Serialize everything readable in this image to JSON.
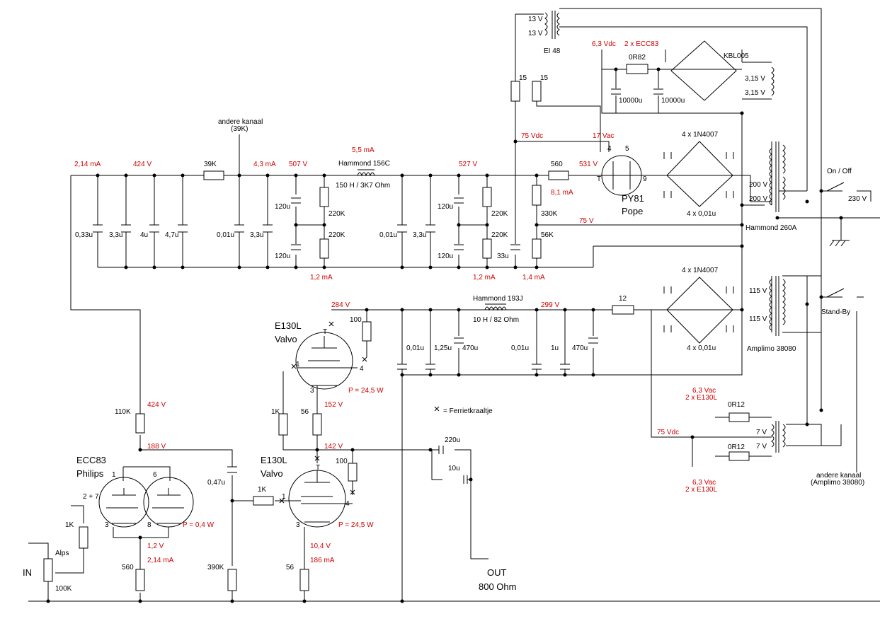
{
  "labels": {
    "t1": "13 V",
    "t2": "13 V",
    "t3": "EI 48",
    "t4": "6,3 Vdc",
    "t5": "2 x ECC83",
    "t6": "0R82",
    "t7": "KBL005",
    "t8": "3,15 V",
    "t9": "3,15 V",
    "t10": "10000u",
    "t11": "10000u",
    "t12": "15",
    "t13": "15",
    "t14": "75 Vdc",
    "t15": "17 Vac",
    "t16": "andere kanaal",
    "t17": "(39K)",
    "t18": "2,14 mA",
    "t19": "424 V",
    "t20": "39K",
    "t21": "4,3 mA",
    "t22": "507 V",
    "t23": "5,5 mA",
    "t24": "Hammond 156C",
    "t25": "150 H / 3K7 Ohm",
    "t26": "527 V",
    "t27": "560",
    "t28": "531 V",
    "t29": "4",
    "t30": "5",
    "t31": "T",
    "t32": "9",
    "t33": "PY81",
    "t34": "Pope",
    "t35": "8,1 mA",
    "t36": "330K",
    "t37": "56K",
    "t38": "75 V",
    "t39": "4 x 1N4007",
    "t40": "4 x 0,01u",
    "t41": "200 V",
    "t42": "200 V",
    "t43": "On / Off",
    "t44": "230 V",
    "t45": "Hammond 260A",
    "t46": "0,33u",
    "t47": "3,3u",
    "t48": "4u",
    "t49": "4,7u",
    "t50": "0,01u",
    "t51": "3,3u",
    "t52": "120u",
    "t53": "120u",
    "t54": "220K",
    "t55": "220K",
    "t56": "0,01u",
    "t57": "3,3u",
    "t58": "120u",
    "t59": "120u",
    "t60": "220K",
    "t61": "220K",
    "t62": "33u",
    "t63": "1,2 mA",
    "t64": "1,2 mA",
    "t65": "1,4 mA",
    "t66": "4 x 1N4007",
    "t67": "4 x 0,01u",
    "t68": "115 V",
    "t69": "115 V",
    "t70": "Stand-By",
    "t71": "Amplimo 38080",
    "t72": "284 V",
    "t73": "100",
    "t74": "E130L",
    "t75": "Valvo",
    "t76": "T",
    "t77": "Hammond 193J",
    "t78": "10 H / 82 Ohm",
    "t79": "299 V",
    "t80": "12",
    "t81": "0,01u",
    "t82": "1,25u",
    "t83": "470u",
    "t84": "0,01u",
    "t85": "1u",
    "t86": "470u",
    "t87": "1",
    "t88": "4",
    "t89": "3",
    "t90": "P = 24,5 W",
    "t91": "152 V",
    "t92": "1K",
    "t93": "56",
    "t94": "= Ferrietkraaltje",
    "t95": "110K",
    "t96": "424 V",
    "t97": "188 V",
    "t98": "142 V",
    "t99": "220u",
    "t100": "10u",
    "t101": "ECC83",
    "t102": "Philips",
    "t103": "1",
    "t104": "6",
    "t105": "2 + 7",
    "t106": "3",
    "t107": "8",
    "t108": "P = 0,4 W",
    "t109": "0,47u",
    "t110": "1K",
    "t111": "E130L",
    "t112": "Valvo",
    "t113": "100",
    "t114": "T",
    "t115": "1",
    "t116": "4",
    "t117": "3",
    "t118": "P = 24,5 W",
    "t119": "1K",
    "t120": "Alps",
    "t121": "IN",
    "t122": "100K",
    "t123": "1,2 V",
    "t124": "2,14 mA",
    "t125": "560",
    "t126": "390K",
    "t127": "10,4 V",
    "t128": "186 mA",
    "t129": "56",
    "t130": "OUT",
    "t131": "800 Ohm",
    "t132": "6,3 Vac",
    "t133": "2 x E130L",
    "t134": "0R12",
    "t135": "75 Vdc",
    "t136": "0R12",
    "t137": "7 V",
    "t138": "7 V",
    "t139": "6,3 Vac",
    "t140": "2 x E130L",
    "t141": "andere kanaal",
    "t142": "(Amplimo 38080)"
  }
}
